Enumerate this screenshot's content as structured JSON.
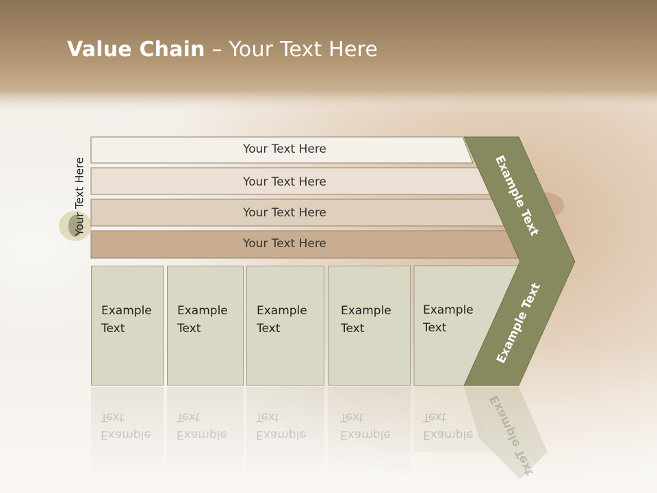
{
  "slide": {
    "title_bold": "Value Chain",
    "title_rest": " – Your Text Here",
    "side_label": "Your Text Here",
    "bars": [
      "Your Text Here",
      "Your Text Here",
      "Your Text Here",
      "Your Text Here"
    ],
    "boxes": [
      {
        "line1": "Example",
        "line2": "Text"
      },
      {
        "line1": "Example",
        "line2": "Text"
      },
      {
        "line1": "Example",
        "line2": "Text"
      },
      {
        "line1": "Example",
        "line2": "Text"
      },
      {
        "line1": "Example",
        "line2": "Text"
      }
    ],
    "chevron_upper": "Example Text",
    "chevron_lower": "Example Text"
  },
  "colors": {
    "header": "#b0956f",
    "chevron": "#878a5f",
    "bar1": "#f4f0ea",
    "bar2": "#ebe0d3",
    "bar3": "#dfcfbd",
    "bar4": "#c9ad91",
    "box": "#d8d8c4"
  }
}
